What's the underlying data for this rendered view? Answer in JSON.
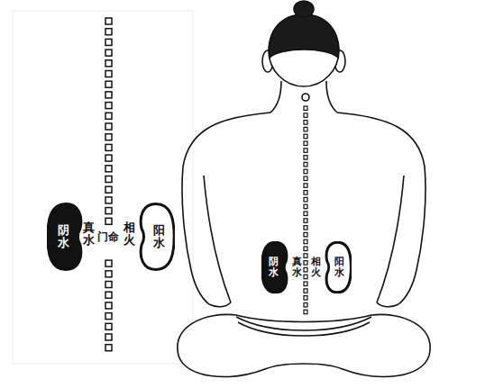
{
  "diagram": {
    "nodes": [
      {
        "text": [
          "阴水"
        ]
      },
      {
        "text": [
          "阳水"
        ]
      },
      {
        "text": [
          "阴水"
        ]
      },
      {
        "text": [
          "阳水"
        ]
      }
    ],
    "labels": [
      "真水",
      "门命",
      "相火",
      "真水",
      "相火"
    ]
  }
}
